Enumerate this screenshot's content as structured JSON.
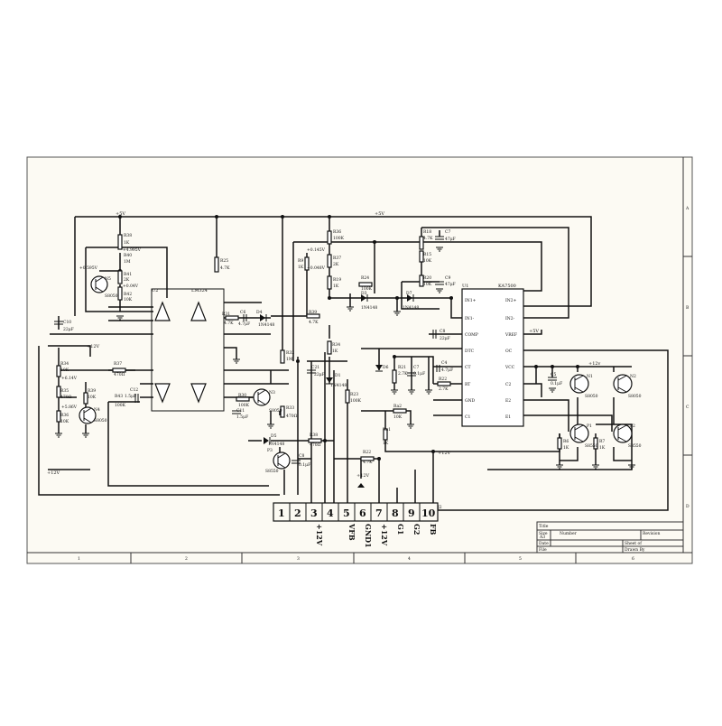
{
  "schematic": {
    "ic_labels": {
      "u1_ref": "U1",
      "u1_name": "KA7500",
      "u2_ref": "U2",
      "u2_name": "LM324"
    },
    "u1_pins_left": [
      "IN1+",
      "IN1-",
      "COMP",
      "DTC",
      "CT",
      "RT",
      "GND",
      "C1"
    ],
    "u1_pins_right": [
      "IN2+",
      "IN2-",
      "VREF",
      "OC",
      "VCC",
      "C2",
      "E2",
      "E1"
    ],
    "rails": {
      "plus5v": "+5V",
      "plus5v_top": "+5V",
      "plus12v": "+12V",
      "plus12v_left": "+12V",
      "plus12v_bottom": "+12V",
      "plus12v_right": "+12v",
      "plus12v_mid": "+12V"
    },
    "voltages": {
      "v0595": "+0.595V",
      "v4995": "+4.995V",
      "v004_a": "+0.04V",
      "v0145": "+0.145V",
      "v0048": "+0.048V",
      "v614": "+6.14V",
      "v586": "+5.86V"
    },
    "components": {
      "r38": "R38",
      "r38v": "1K",
      "r40": "R40",
      "r40v": "1M",
      "r41": "R41",
      "r41v": "2K",
      "r42": "R42",
      "r42v": "10K",
      "n5": "N5",
      "n5v": "S8050",
      "r25": "R25",
      "r25v": "4.7K",
      "r36": "R36",
      "r36v": "100K",
      "r37": "R37",
      "r37v": "2K",
      "r9": "R9",
      "r9v": "1K",
      "r19": "R19",
      "r19v": "1K",
      "r18": "R18",
      "r18v": "4.7K",
      "r15": "R15",
      "r15v": "10K",
      "r20": "R20",
      "r20v": "10K",
      "c7": "C7",
      "c7v": "47μF",
      "c9": "C9",
      "c9v": "47μF",
      "r24": "R24",
      "r24v": "100K",
      "d3": "D3",
      "d3v": "1N4148",
      "d7": "D7",
      "d7v": "1N4148",
      "r31": "R31",
      "r31v": "4.7K",
      "c6": "C6",
      "c6v": "4.7μF",
      "d4": "D4",
      "d4v": "1N4148",
      "r39": "R39",
      "r39v": "4.7K",
      "c10": "C10",
      "c10v": "22μF",
      "r34": "R34",
      "r34v": "10K",
      "r35": "R35",
      "r35v": "470Ω",
      "r36b": "R36",
      "r36bv": "10K",
      "r37b": "R37",
      "r37bv": "470Ω",
      "r39b": "R39",
      "r39bv": "10K",
      "r43": "R43",
      "r43v": "100K",
      "c12": "C12",
      "c12v": "1.5μF",
      "n4": "N4",
      "n4v": "S8050",
      "r32": "R32",
      "r32v": "1M",
      "r30": "R30",
      "r30v": "100K",
      "c11": "C11",
      "c11v": "1.5μF",
      "n3": "N3",
      "n3v": "S8050",
      "r33": "R33",
      "r33v": "470Ω",
      "r34b": "R34",
      "r34bv": "1K",
      "c21": "C21",
      "c21v": "22μF",
      "d1": "D1",
      "d1v": "1N4148",
      "r23": "R23",
      "r23v": "100K",
      "d5": "D5",
      "d5v": "1N4148",
      "r38b": "R38",
      "r38bv": "470Ω",
      "p3": "P3",
      "p3v": "S8550",
      "c8": "C8",
      "c8v": "0.1μF",
      "r22": "R22",
      "r22v": "4.7K",
      "c8b": "C8",
      "c8bv": "22μF",
      "d6": "D6",
      "r21": "R21",
      "r21v": "2.7K",
      "c7b": "C7",
      "c7bv": "0.1μF",
      "c4": "C4",
      "c4v": "4.7μF",
      "r22b": "R22",
      "r22bv": "2.7K",
      "ra1": "Ra1",
      "ra1v": "1K",
      "ra2": "Ra2",
      "ra2v": "10K",
      "c5": "C5",
      "c5v": "0.1μF",
      "n1": "N1",
      "n1v": "S8050",
      "n2": "N2",
      "n2v": "S8050",
      "p1": "P1",
      "p1v": "S8550",
      "p2": "P2",
      "p2v": "S8550",
      "r6": "R6",
      "r6v": "1K",
      "r7": "R7",
      "r7v": "1K",
      "j2": "J2"
    },
    "connector": {
      "pins": [
        "1",
        "2",
        "3",
        "4",
        "5",
        "6",
        "7",
        "8",
        "9",
        "10"
      ],
      "labels": [
        "",
        "",
        "+12V",
        "",
        "VFB",
        "GND1",
        "+12V",
        "G1",
        "G2",
        "FB"
      ]
    },
    "frame": {
      "col_numbers": [
        "1",
        "2",
        "3",
        "4",
        "5",
        "6"
      ],
      "row_letters": [
        "A",
        "B",
        "C",
        "D"
      ],
      "title_block": {
        "title": "Title",
        "size_label": "Size",
        "size_value": "A3",
        "number_label": "Number",
        "revision_label": "Revision",
        "date_label": "Date",
        "file_label": "File",
        "sheet_label": "Sheet of",
        "drawn_label": "Drawn By"
      }
    }
  }
}
